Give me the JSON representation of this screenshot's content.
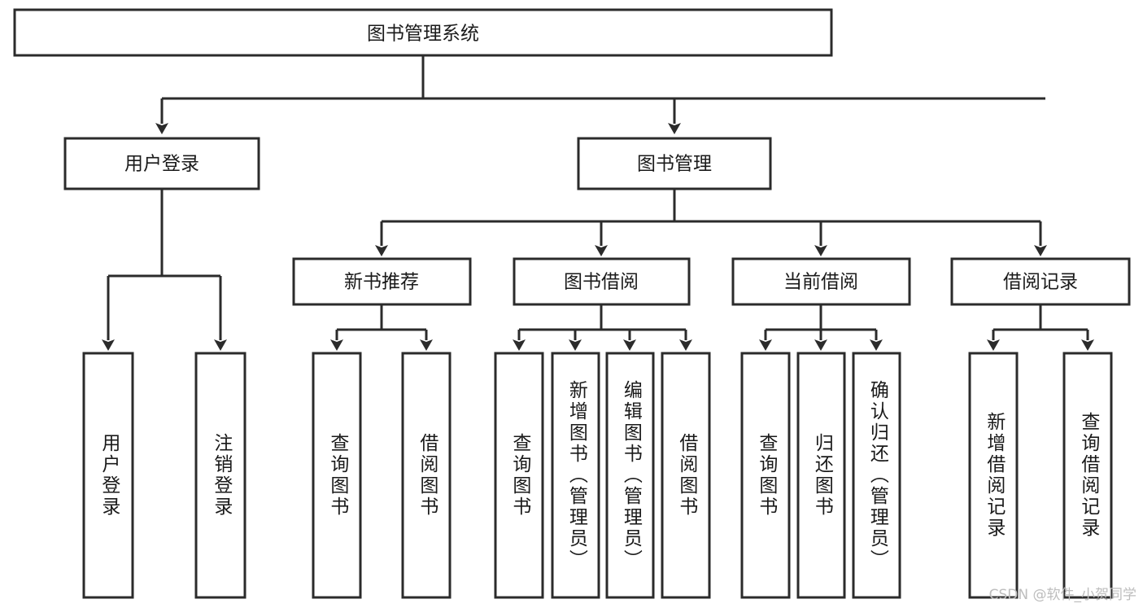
{
  "diagram": {
    "title": "图书管理系统",
    "watermark": "CSDN @软件_小贺同学",
    "colors": {
      "stroke": "#2b2b2b",
      "fill": "#ffffff",
      "text": "#1a1a1a",
      "watermark": "#bdbdbd"
    },
    "root": {
      "label": "图书管理系统"
    },
    "level2": [
      {
        "label": "用户登录"
      },
      {
        "label": "图书管理"
      }
    ],
    "level3": [
      {
        "label": "新书推荐"
      },
      {
        "label": "图书借阅"
      },
      {
        "label": "当前借阅"
      },
      {
        "label": "借阅记录"
      }
    ],
    "leaves": {
      "user_login": [
        {
          "label": "用户登录"
        },
        {
          "label": "注销登录"
        }
      ],
      "new_book": [
        {
          "label": "查询图书"
        },
        {
          "label": "借阅图书"
        }
      ],
      "book_borrow": [
        {
          "label": "查询图书"
        },
        {
          "label": "新增图书（管理员）"
        },
        {
          "label": "编辑图书（管理员）"
        },
        {
          "label": "借阅图书"
        }
      ],
      "current_borrow": [
        {
          "label": "查询图书"
        },
        {
          "label": "归还图书"
        },
        {
          "label": "确认归还（管理员）"
        }
      ],
      "borrow_record": [
        {
          "label": "新增借阅记录"
        },
        {
          "label": "查询借阅记录"
        }
      ]
    }
  }
}
